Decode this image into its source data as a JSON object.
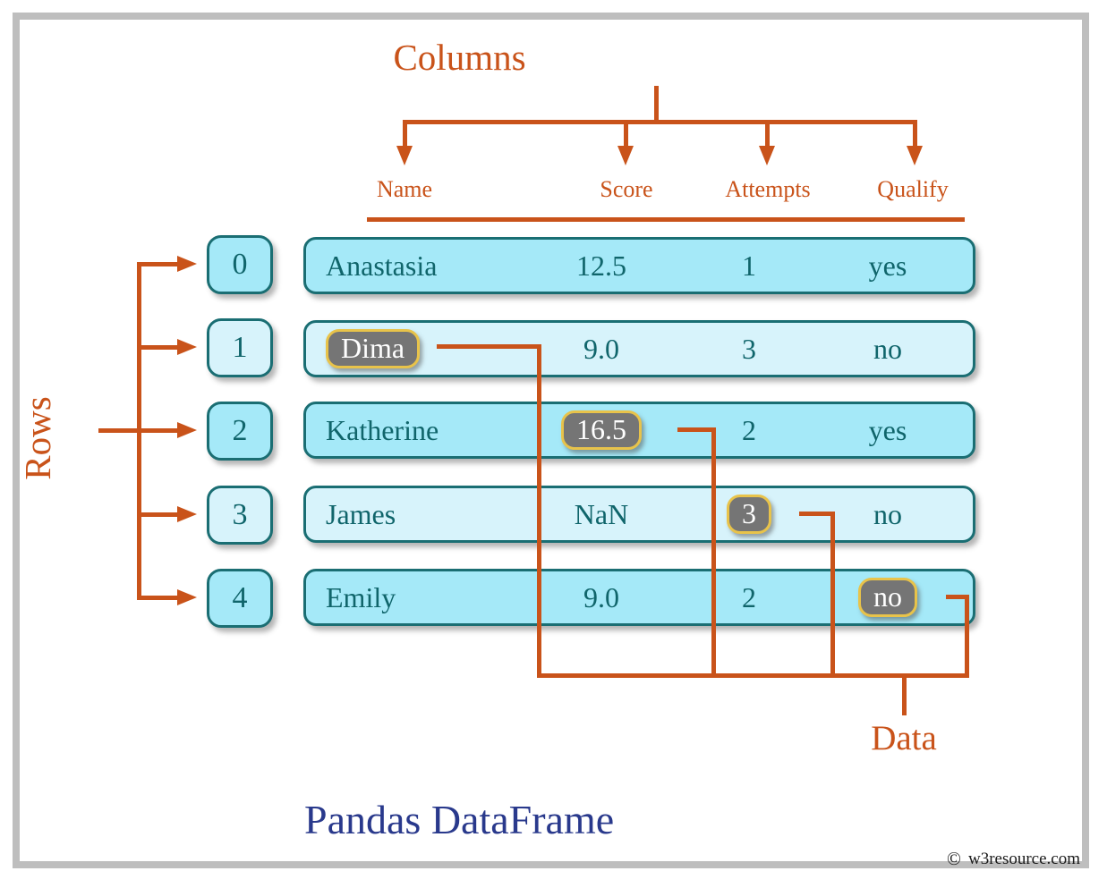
{
  "title": "Pandas DataFrame",
  "labels": {
    "columns": "Columns",
    "rows": "Rows",
    "data": "Data"
  },
  "colors": {
    "accent_orange": "#c9531a",
    "row_border_teal": "#1a6e73",
    "cell_text_teal": "#10656b",
    "row_odd_fill": "#a5e9f8",
    "row_even_fill": "#d7f3fb",
    "highlight_fill": "#757575",
    "highlight_border": "#e8c34a",
    "title_navy": "#29398c",
    "frame_gray": "#bebebe"
  },
  "table": {
    "columns": [
      "Name",
      "Score",
      "Attempts",
      "Qualify"
    ],
    "index": [
      "0",
      "1",
      "2",
      "3",
      "4"
    ],
    "rows": [
      {
        "index": "0",
        "Name": "Anastasia",
        "Score": "12.5",
        "Attempts": "1",
        "Qualify": "yes"
      },
      {
        "index": "1",
        "Name": "Dima",
        "Score": "9.0",
        "Attempts": "3",
        "Qualify": "no"
      },
      {
        "index": "2",
        "Name": "Katherine",
        "Score": "16.5",
        "Attempts": "2",
        "Qualify": "yes"
      },
      {
        "index": "3",
        "Name": "James",
        "Score": "NaN",
        "Attempts": "3",
        "Qualify": "no"
      },
      {
        "index": "4",
        "Name": "Emily",
        "Score": "9.0",
        "Attempts": "2",
        "Qualify": "no"
      }
    ],
    "highlighted_cells": [
      {
        "row": "1",
        "column": "Name",
        "value": "Dima"
      },
      {
        "row": "2",
        "column": "Score",
        "value": "16.5"
      },
      {
        "row": "3",
        "column": "Attempts",
        "value": "3"
      },
      {
        "row": "4",
        "column": "Qualify",
        "value": "no"
      }
    ]
  },
  "watermark": {
    "copyright_symbol": "©",
    "text": "w3resource.com"
  }
}
